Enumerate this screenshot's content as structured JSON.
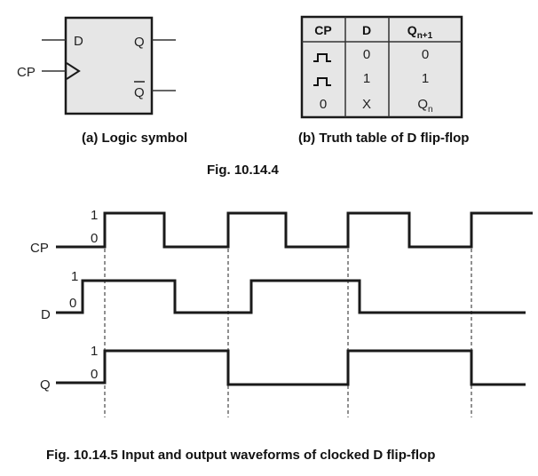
{
  "fig_10_14_4": {
    "caption": "Fig. 10.14.4",
    "logic_symbol": {
      "caption": "(a) Logic symbol",
      "inputs": {
        "d": "D",
        "cp": "CP"
      },
      "outputs": {
        "q": "Q",
        "q_bar": "Q"
      },
      "clock_icon": "edge-triangle-icon",
      "q_bar_has_overline": true
    },
    "truth_table": {
      "caption": "(b) Truth table of D flip-flop",
      "headers": {
        "cp": "CP",
        "d": "D",
        "q_base": "Q",
        "q_sub": "n+1"
      },
      "rows": [
        {
          "cp_icon": "clock-pulse-icon",
          "cp": "",
          "d": "0",
          "q_base": "0",
          "q_sub": ""
        },
        {
          "cp_icon": "clock-pulse-icon",
          "cp": "",
          "d": "1",
          "q_base": "1",
          "q_sub": ""
        },
        {
          "cp_icon": "",
          "cp": "0",
          "d": "X",
          "q_base": "Q",
          "q_sub": "n"
        }
      ]
    }
  },
  "fig_10_14_5": {
    "caption": "Fig. 10.14.5 Input and output waveforms of clocked D flip-flop",
    "level_labels": {
      "high": "1",
      "low": "0"
    },
    "signals": [
      {
        "name": "CP",
        "transitions": [
          0,
          1,
          0,
          1,
          0,
          1,
          0,
          1
        ]
      },
      {
        "name": "D",
        "transitions": [
          0,
          1,
          0,
          1,
          0
        ]
      },
      {
        "name": "Q",
        "transitions": [
          0,
          1,
          0,
          1,
          0
        ]
      }
    ],
    "clock_rising_edges": 4
  }
}
